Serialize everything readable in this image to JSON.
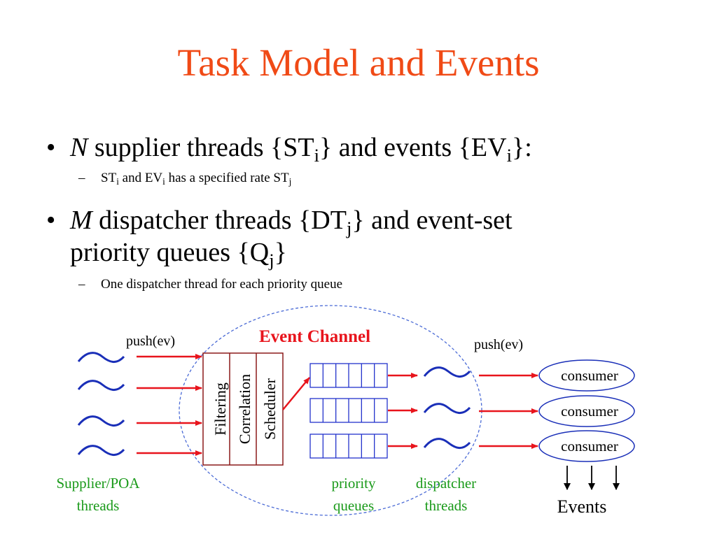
{
  "slide": {
    "title": "Task Model and Events"
  },
  "bullets": [
    {
      "lead": "N",
      "text_a": " supplier threads {ST",
      "sub_a": "i",
      "text_b": "} and events {EV",
      "sub_b": "i",
      "text_c": "}:",
      "subbullet": {
        "text_a": "ST",
        "sub_a": "i",
        "text_b": " and EV",
        "sub_b": "i",
        "text_c": " has a specified rate ST",
        "sub_c": "j"
      }
    },
    {
      "lead": "M",
      "line1_a": " dispatcher threads {DT",
      "line1_sub": "j",
      "line1_b": "} and event-set",
      "line2_a": "priority queues {Q",
      "line2_sub": "j",
      "line2_b": "}",
      "subbullet": {
        "text": "One dispatcher thread for each priority queue"
      }
    }
  ],
  "diagram": {
    "event_channel_label": "Event Channel",
    "push_left": "push(ev)",
    "push_right": "push(ev)",
    "stages": [
      "Filtering",
      "Correlation",
      "Scheduler"
    ],
    "consumers": [
      "consumer",
      "consumer",
      "consumer"
    ],
    "supplier_label_1": "Supplier/POA",
    "supplier_label_2": "threads",
    "queues_label_1": "priority",
    "queues_label_2": "queues",
    "dispatcher_label_1": "dispatcher",
    "dispatcher_label_2": "threads",
    "events_label": "Events",
    "colors": {
      "title": "#f04a16",
      "arrow": "#e8141c",
      "thread": "#1a2fb8",
      "queue": "#2233cc",
      "ellipse": "#4b6bd6",
      "green_label": "#1a9a1a",
      "channel_label": "#e8141c"
    }
  }
}
